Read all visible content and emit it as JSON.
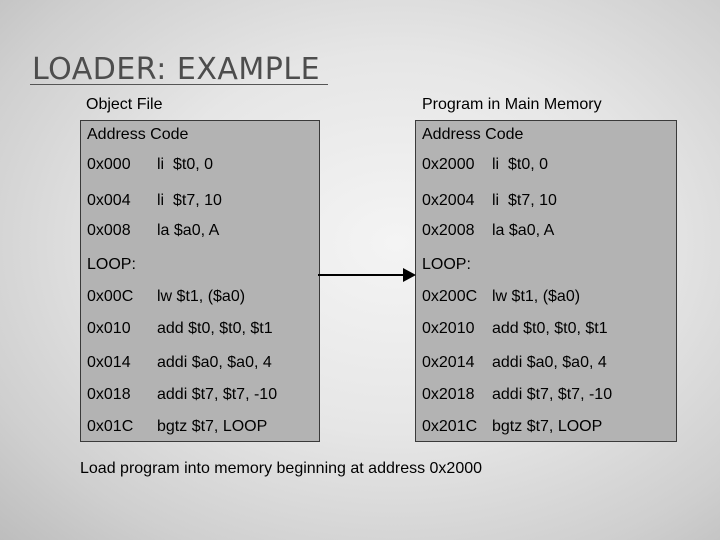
{
  "title": "LOADER: EXAMPLE",
  "object_file": {
    "header": "Object File",
    "column_header": "Address Code",
    "rows": [
      {
        "addr": "0x000",
        "code": "li  $t0, 0"
      },
      {
        "addr": "0x004",
        "code": "li  $t7, 10"
      },
      {
        "addr": "0x008",
        "code": "la $a0, A"
      },
      {
        "label": "LOOP:"
      },
      {
        "addr": "0x00C",
        "code": "lw $t1, ($a0)"
      },
      {
        "addr": "0x010",
        "code": "add $t0, $t0, $t1"
      },
      {
        "addr": "0x014",
        "code": "addi $a0, $a0, 4"
      },
      {
        "addr": "0x018",
        "code": "addi $t7, $t7, -10"
      },
      {
        "addr": "0x01C",
        "code": "bgtz $t7, LOOP"
      }
    ]
  },
  "main_memory": {
    "header": "Program in Main Memory",
    "column_header": "Address Code",
    "rows": [
      {
        "addr": "0x2000",
        "code": "li  $t0, 0"
      },
      {
        "addr": "0x2004",
        "code": "li  $t7, 10"
      },
      {
        "addr": "0x2008",
        "code": "la $a0, A"
      },
      {
        "label": "LOOP:"
      },
      {
        "addr": "0x200C",
        "code": "lw $t1, ($a0)"
      },
      {
        "addr": "0x2010",
        "code": "add $t0, $t0, $t1"
      },
      {
        "addr": "0x2014",
        "code": "addi $a0, $a0, 4"
      },
      {
        "addr": "0x2018",
        "code": "addi $t7, $t7, -10"
      },
      {
        "addr": "0x201C",
        "code": "bgtz $t7, LOOP"
      }
    ]
  },
  "footer": "Load program into memory beginning at address 0x2000"
}
